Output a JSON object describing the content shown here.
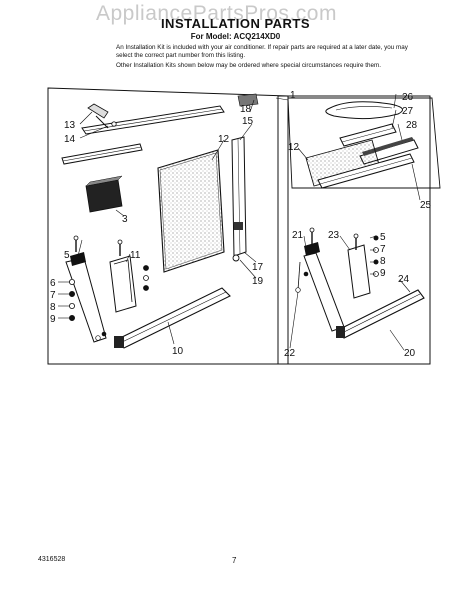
{
  "watermark": "AppliancePartsPros.com",
  "title": "INSTALLATION PARTS",
  "model_line": "For Model: ACQ214XD0",
  "note_1": "An Installation Kit is included with your air conditioner. If repair parts are required at a later date, you may select the correct part number from this listing.",
  "note_2": "Other Installation Kits shown below may be ordered where special circumstances require them.",
  "doc_number": "4316528",
  "page_number": "7",
  "callouts": {
    "c1": "1",
    "c3": "3",
    "c5a": "5",
    "c6": "6",
    "c7a": "7",
    "c8a": "8",
    "c9a": "9",
    "c10": "10",
    "c11": "11",
    "c12a": "12",
    "c12b": "12",
    "c13": "13",
    "c14": "14",
    "c15": "15",
    "c17": "17",
    "c18": "18",
    "c19": "19",
    "c20": "20",
    "c21": "21",
    "c22": "22",
    "c23": "23",
    "c24": "24",
    "c25": "25",
    "c26": "26",
    "c27": "27",
    "c28": "28",
    "c5b": "5",
    "c7b": "7",
    "c8b": "8",
    "c9b": "9"
  }
}
